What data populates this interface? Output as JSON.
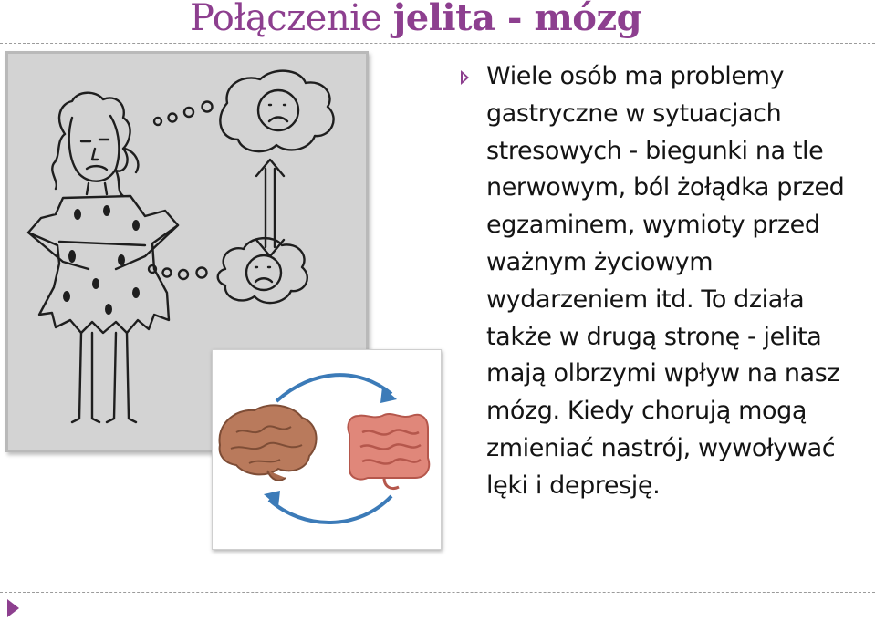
{
  "slide": {
    "title_regular": "Połączenie",
    "title_bold": "jelita - mózg",
    "body": "Wiele osób ma problemy gastryczne w sytuacjach stresowych - biegunki na tle nerwowym, ból żołądka przed egzaminem, wymioty przed ważnym życiowym wydarzeniem itd. To działa także w drugą stronę - jelita mają olbrzymi wpływ na nasz mózg. Kiedy chorują mogą zmieniać nastrój, wywoływać lęki i depresję."
  },
  "images": {
    "sketch": "hand-drawn woman with sad face thought bubbles",
    "axis": "brain and intestines with circular arrows"
  },
  "colors": {
    "accent": "#8d3f8f",
    "text": "#141414",
    "sketch_bg": "#d3d3d3",
    "arrow_blue": "#3c7bb8",
    "brain": "#b97a5c",
    "intestine": "#e0877a"
  },
  "icons": [
    "bullet-arrow-icon",
    "nav-next-icon"
  ]
}
